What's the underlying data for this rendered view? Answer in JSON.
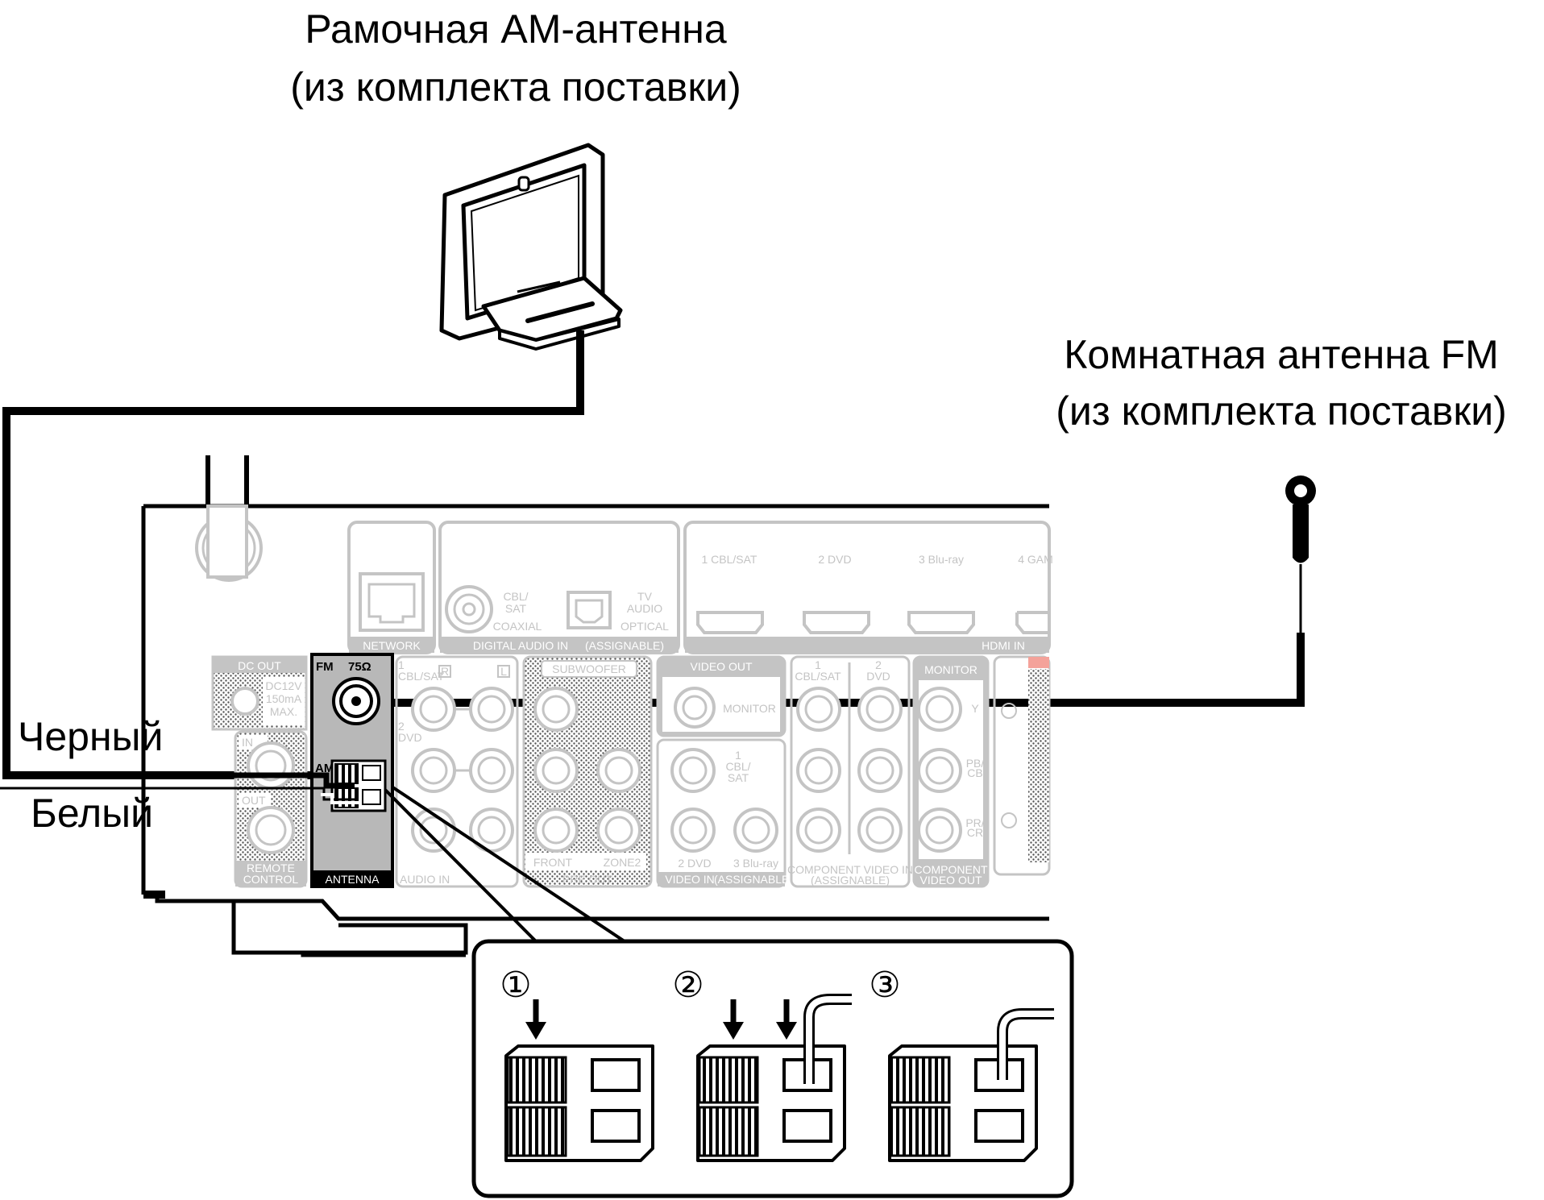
{
  "captions": {
    "am_antenna": [
      "Рамочная AM-антенна",
      "(из комплекта поставки)"
    ],
    "fm_antenna": [
      "Комнатная антенна FM",
      "(из комплекта поставки)"
    ]
  },
  "wire_labels": {
    "black": "Черный",
    "white": "Белый"
  },
  "panel": {
    "network": "NETWORK",
    "digital_audio_in": "DIGITAL AUDIO IN",
    "assignable": "(ASSIGNABLE)",
    "coaxial_in": [
      "CBL/",
      "SAT"
    ],
    "coaxial": "COAXIAL",
    "optical_in": [
      "TV",
      "AUDIO"
    ],
    "optical": "OPTICAL",
    "hdmi_inputs": [
      "1 CBL/SAT",
      "2 DVD",
      "3 Blu-ray",
      "4 GAM"
    ],
    "hdmi_in": "HDMI IN",
    "dc_out": "DC OUT",
    "dc_spec": [
      "DC12V",
      "150mA",
      "MAX."
    ],
    "remote_in": "IN",
    "remote_out": "OUT",
    "remote_control": [
      "REMOTE",
      "CONTROL"
    ],
    "fm": "FM",
    "fm_impedance": "75Ω",
    "am": "AM",
    "antenna": "ANTENNA",
    "audio_in": "AUDIO IN",
    "audio_in_cbl": [
      "1",
      "CBL/SAT"
    ],
    "audio_in_dvd": [
      "2",
      "DVD"
    ],
    "channel_r": "R",
    "channel_l": "L",
    "subwoofer": "SUBWOOFER",
    "front": "FRONT",
    "zone2": "ZONE2",
    "pre_out": "PRE OUT",
    "video_out": "VIDEO OUT",
    "monitor": "MONITOR",
    "video_in_cbl": [
      "1",
      "CBL/",
      "SAT"
    ],
    "video_in_dvd": "2 DVD",
    "video_in_bluray": "3 Blu-ray",
    "video_in": "VIDEO IN",
    "component_cbl": [
      "1",
      "CBL/SAT"
    ],
    "component_dvd": [
      "2",
      "DVD"
    ],
    "component_video_in": "COMPONENT VIDEO IN",
    "component_monitor": "MONITOR",
    "component_y": "Y",
    "component_pb": [
      "PB/",
      "CB"
    ],
    "component_pr": [
      "PR/",
      "CR"
    ],
    "component_video_out": [
      "COMPONENT",
      "VIDEO OUT"
    ]
  },
  "steps": [
    "①",
    "②",
    "③"
  ]
}
